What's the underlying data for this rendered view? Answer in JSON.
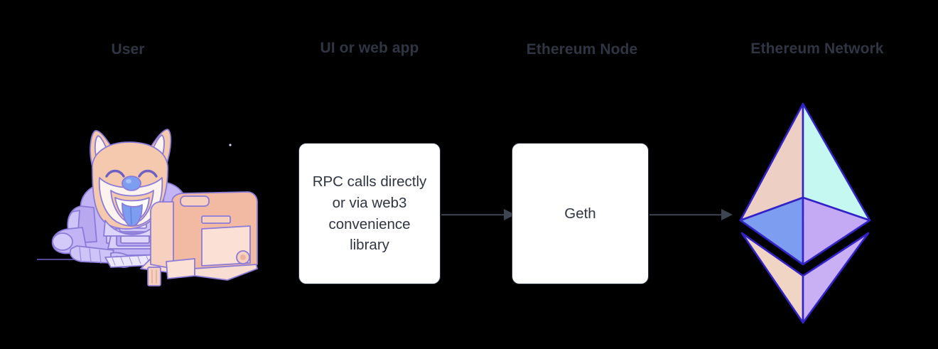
{
  "diagram": {
    "background_color": "#000000",
    "text_color": "#2f3542",
    "arrow_color": "#3d4452",
    "box_fill": "#ffffff",
    "columns": [
      {
        "id": "user",
        "header": "User"
      },
      {
        "id": "ui",
        "header": "UI or web app"
      },
      {
        "id": "node",
        "header": "Ethereum Node"
      },
      {
        "id": "network",
        "header": "Ethereum Network"
      }
    ],
    "nodes": [
      {
        "id": "doge",
        "type": "illustration",
        "name": "doge-at-computer-illustration",
        "description": "Shiba Inu dog in armor typing at a retro desktop computer"
      },
      {
        "id": "rpc",
        "type": "box",
        "label": "RPC calls directly\nor via web3\nconvenience\nlibrary"
      },
      {
        "id": "geth",
        "type": "box",
        "label": "Geth"
      },
      {
        "id": "ethereum",
        "type": "illustration",
        "name": "ethereum-logo",
        "description": "Ethereum diamond logo"
      }
    ],
    "connectors": [
      {
        "id": "arrow-1",
        "from": "rpc",
        "to": "geth",
        "style": "solid-arrow"
      },
      {
        "id": "arrow-2",
        "from": "geth",
        "to": "ethereum",
        "style": "solid-arrow"
      }
    ],
    "palette": {
      "doge_fur": "#f5c9ae",
      "doge_muzzle": "#fdf3ee",
      "doge_tongue": "#7d9ef0",
      "armor_lavender": "#b8a8f0",
      "armor_light": "#d8cefa",
      "computer_case": "#f2b9a3",
      "computer_face": "#fae0d5",
      "outline_purple": "#8b7bd8",
      "eth_top_left": "#edcfc4",
      "eth_top_right": "#c5f8f0",
      "eth_mid_left": "#7d9ef0",
      "eth_mid_right": "#c4aaf5",
      "eth_bottom_left": "#f0d5c5",
      "eth_bottom_right": "#c9b0f5",
      "eth_stroke": "#3223c9"
    }
  }
}
